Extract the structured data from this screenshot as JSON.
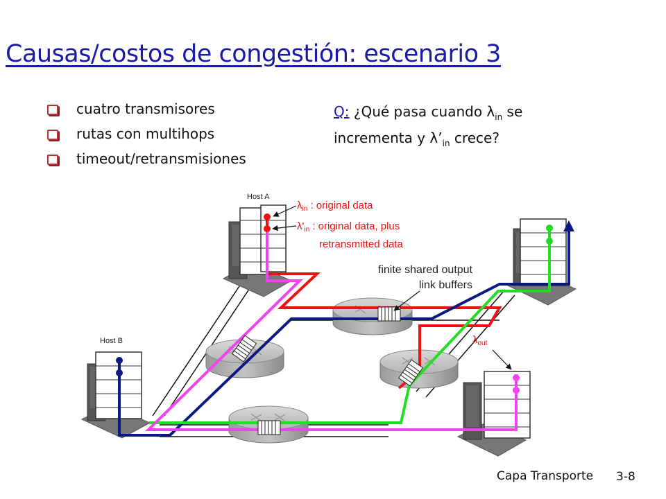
{
  "slide": {
    "title": "Causas/costos de congestión: escenario 3",
    "bullets": [
      "cuatro transmisores",
      "rutas con multihops",
      "timeout/retransmisiones"
    ],
    "question": {
      "label": "Q:",
      "line1_a": " ¿Qué pasa cuando λ",
      "line1_sub": "in",
      "line1_b": " se",
      "line2_a": "incrementa y λ’",
      "line2_sub": "in",
      "line2_b": " crece?"
    },
    "footer_label": "Capa Transporte",
    "page_number": "3-8"
  },
  "diagram": {
    "host_a": "Host A",
    "host_b": "Host B",
    "lambda_in_label": "λ",
    "lambda_in_sub": "in",
    "lambda_in_text": " : original data",
    "lambda_prime_label": "λ'",
    "lambda_prime_sub": "in",
    "lambda_prime_text": " : original data, plus",
    "lambda_prime_text2": "retransmitted data",
    "buffer_text1": "finite shared output",
    "buffer_text2": "link buffers",
    "lambda_out_label": "λ",
    "lambda_out_sub": "out",
    "colors": {
      "red": "#ee1111",
      "navy": "#0a1a80",
      "green": "#22dd22",
      "magenta": "#ee44ee",
      "text_blue": "#1a1aa8"
    }
  }
}
